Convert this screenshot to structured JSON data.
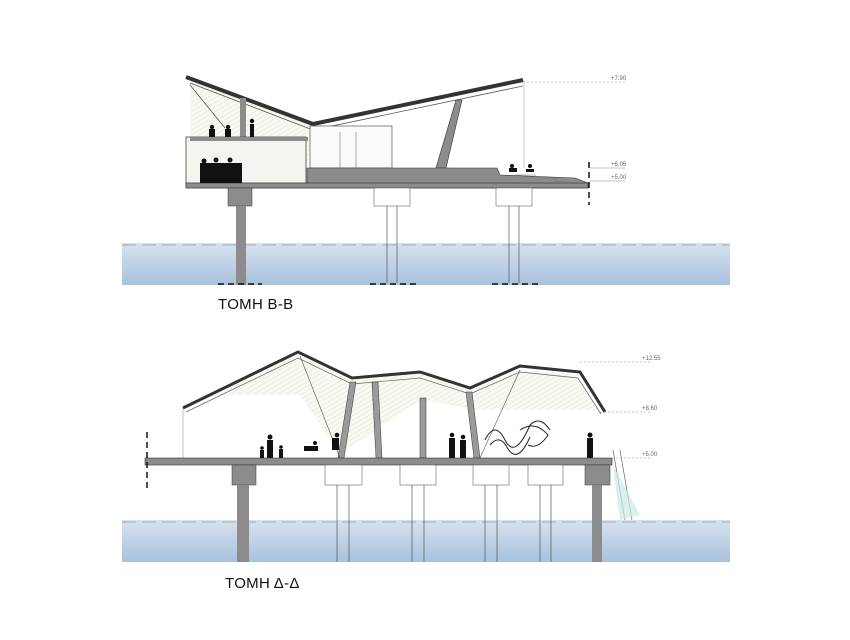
{
  "sections": [
    {
      "title": "ΤΟΜΗ Β-Β",
      "levels": [
        "+7.90",
        "+6.05",
        "+5.00"
      ]
    },
    {
      "title": "ΤΟΜΗ Δ-Δ",
      "levels": [
        "+12.55",
        "+8.60",
        "+5.00"
      ]
    }
  ],
  "colors": {
    "water_top": "#d6e2ef",
    "water_bottom": "#a9c1dc",
    "concrete": "#8c8c8c",
    "line": "#333333"
  }
}
